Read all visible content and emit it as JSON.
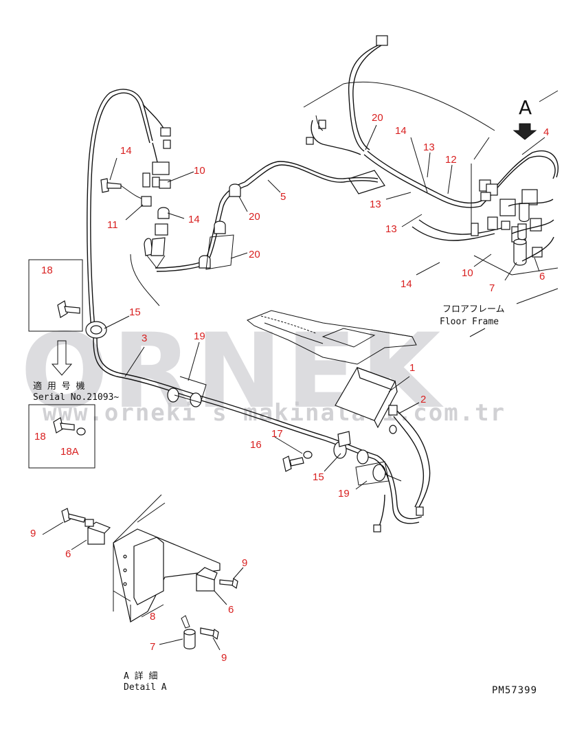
{
  "watermark": {
    "brand": "ORNEK",
    "url": "www.orneki s makinalari.com.tr"
  },
  "labels": {
    "floor_frame_jp": "フロアフレーム",
    "floor_frame_en": "Floor Frame",
    "applicable_jp": "適 用 号 機",
    "serial": "Serial No.21093~",
    "detail_jp": "A 詳 細",
    "detail_en": "Detail A",
    "view_letter": "A",
    "drawing_no": "PM57399"
  },
  "callouts": {
    "c20a": "20",
    "c14a": "14",
    "c13a": "13",
    "c12": "12",
    "c4": "4",
    "c14b": "14",
    "c10a": "10",
    "c5": "5",
    "c13b": "13",
    "c11": "11",
    "c14c": "14",
    "c20b": "20",
    "c13c": "13",
    "c20c": "20",
    "c14d": "14",
    "c10b": "10",
    "c6a": "6",
    "c7a": "7",
    "c18a": "18",
    "c15a": "15",
    "c3": "3",
    "c19a": "19",
    "c1": "1",
    "c2": "2",
    "c18b": "18",
    "c18A": "18A",
    "c17": "17",
    "c16": "16",
    "c15b": "15",
    "c19b": "19",
    "c9a": "9",
    "c6b": "6",
    "c9b": "9",
    "c6c": "6",
    "c8": "8",
    "c7b": "7",
    "c9c": "9"
  }
}
